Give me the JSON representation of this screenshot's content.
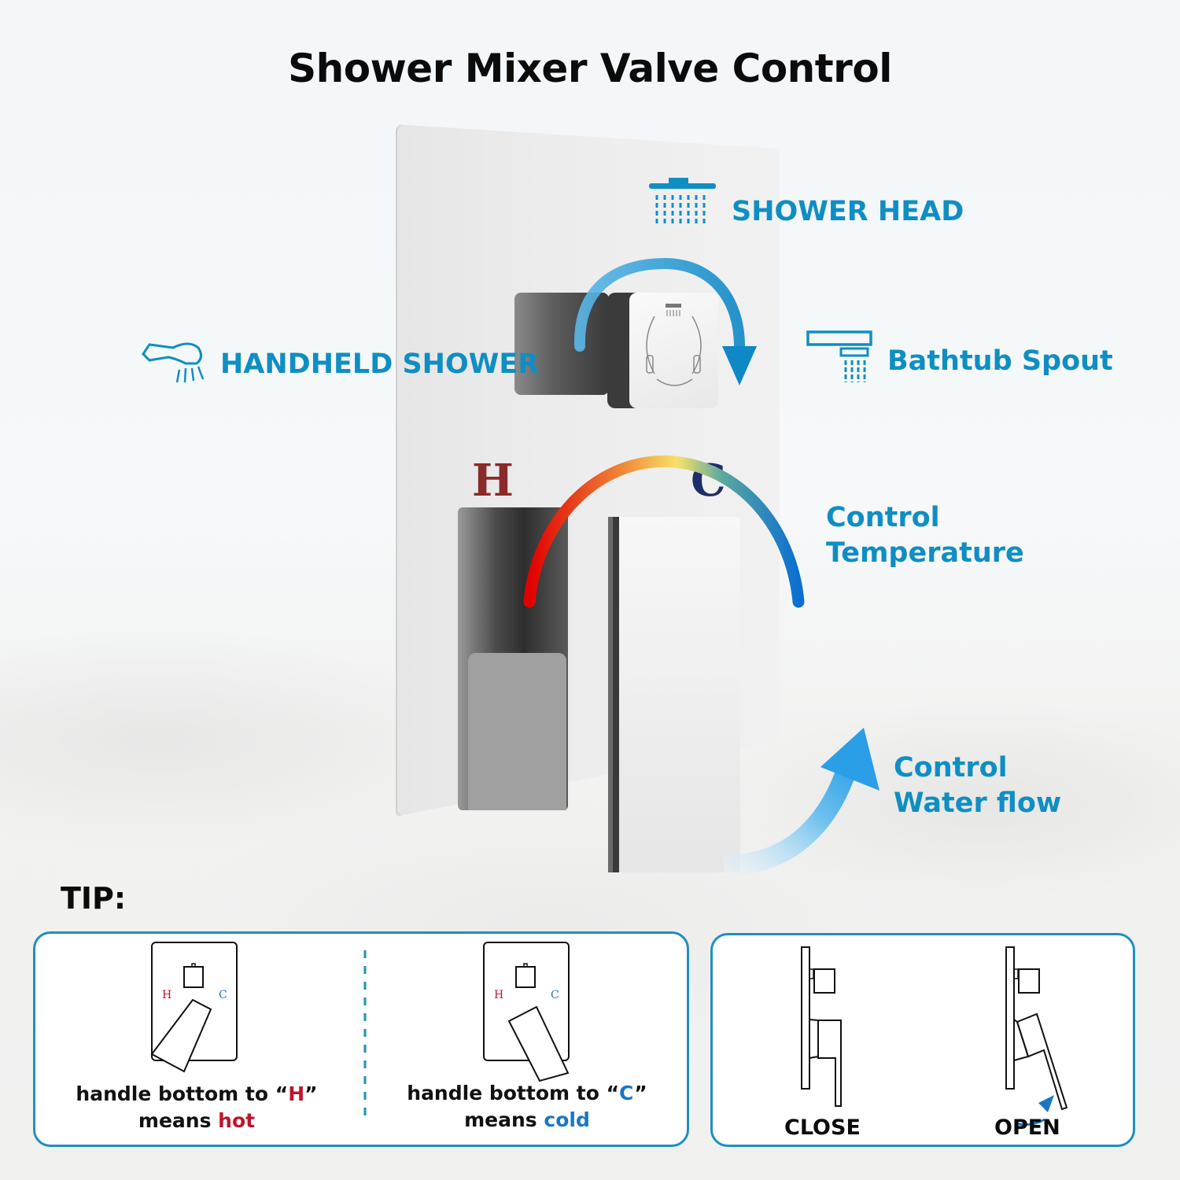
{
  "title": "Shower Mixer Valve Control",
  "colors": {
    "accent": "#0f8ec3",
    "hot": "#c0142d",
    "cold": "#1a76c4",
    "hot_letter": "#8b2a2a",
    "cold_letter": "#1e2e6b",
    "box_border": "#1f8fbf"
  },
  "labels": {
    "shower_head": "SHOWER HEAD",
    "handheld_shower": "HANDHELD SHOWER",
    "bathtub_spout": "Bathtub Spout",
    "control_temperature": [
      "Control",
      "Temperature"
    ],
    "control_water_flow": [
      "Control",
      "Water flow"
    ]
  },
  "valve": {
    "hot_letter": "H",
    "cold_letter": "C"
  },
  "tip": {
    "heading": "TIP:",
    "hot_panel": {
      "h": "H",
      "c": "C",
      "line1_prefix": "handle bottom to ",
      "line1_quote_open": "“",
      "line1_highlight": "H",
      "line1_quote_close": "”",
      "line2_prefix": "means ",
      "line2_highlight": "hot"
    },
    "cold_panel": {
      "h": "H",
      "c": "C",
      "line1_prefix": "handle bottom to ",
      "line1_quote_open": "“",
      "line1_highlight": "C",
      "line1_quote_close": "”",
      "line2_prefix": "means ",
      "line2_highlight": "cold"
    },
    "states": {
      "close": "CLOSE",
      "open": "OPEN"
    }
  },
  "icons": {
    "shower_head": "shower-head-icon",
    "handheld_shower": "handheld-shower-icon",
    "bathtub_spout": "bathtub-spout-icon",
    "diverter_arrow": "clockwise-arrow-icon",
    "temperature_arc": "temperature-gradient-arc",
    "flow_arrow": "curved-up-arrow-icon"
  }
}
